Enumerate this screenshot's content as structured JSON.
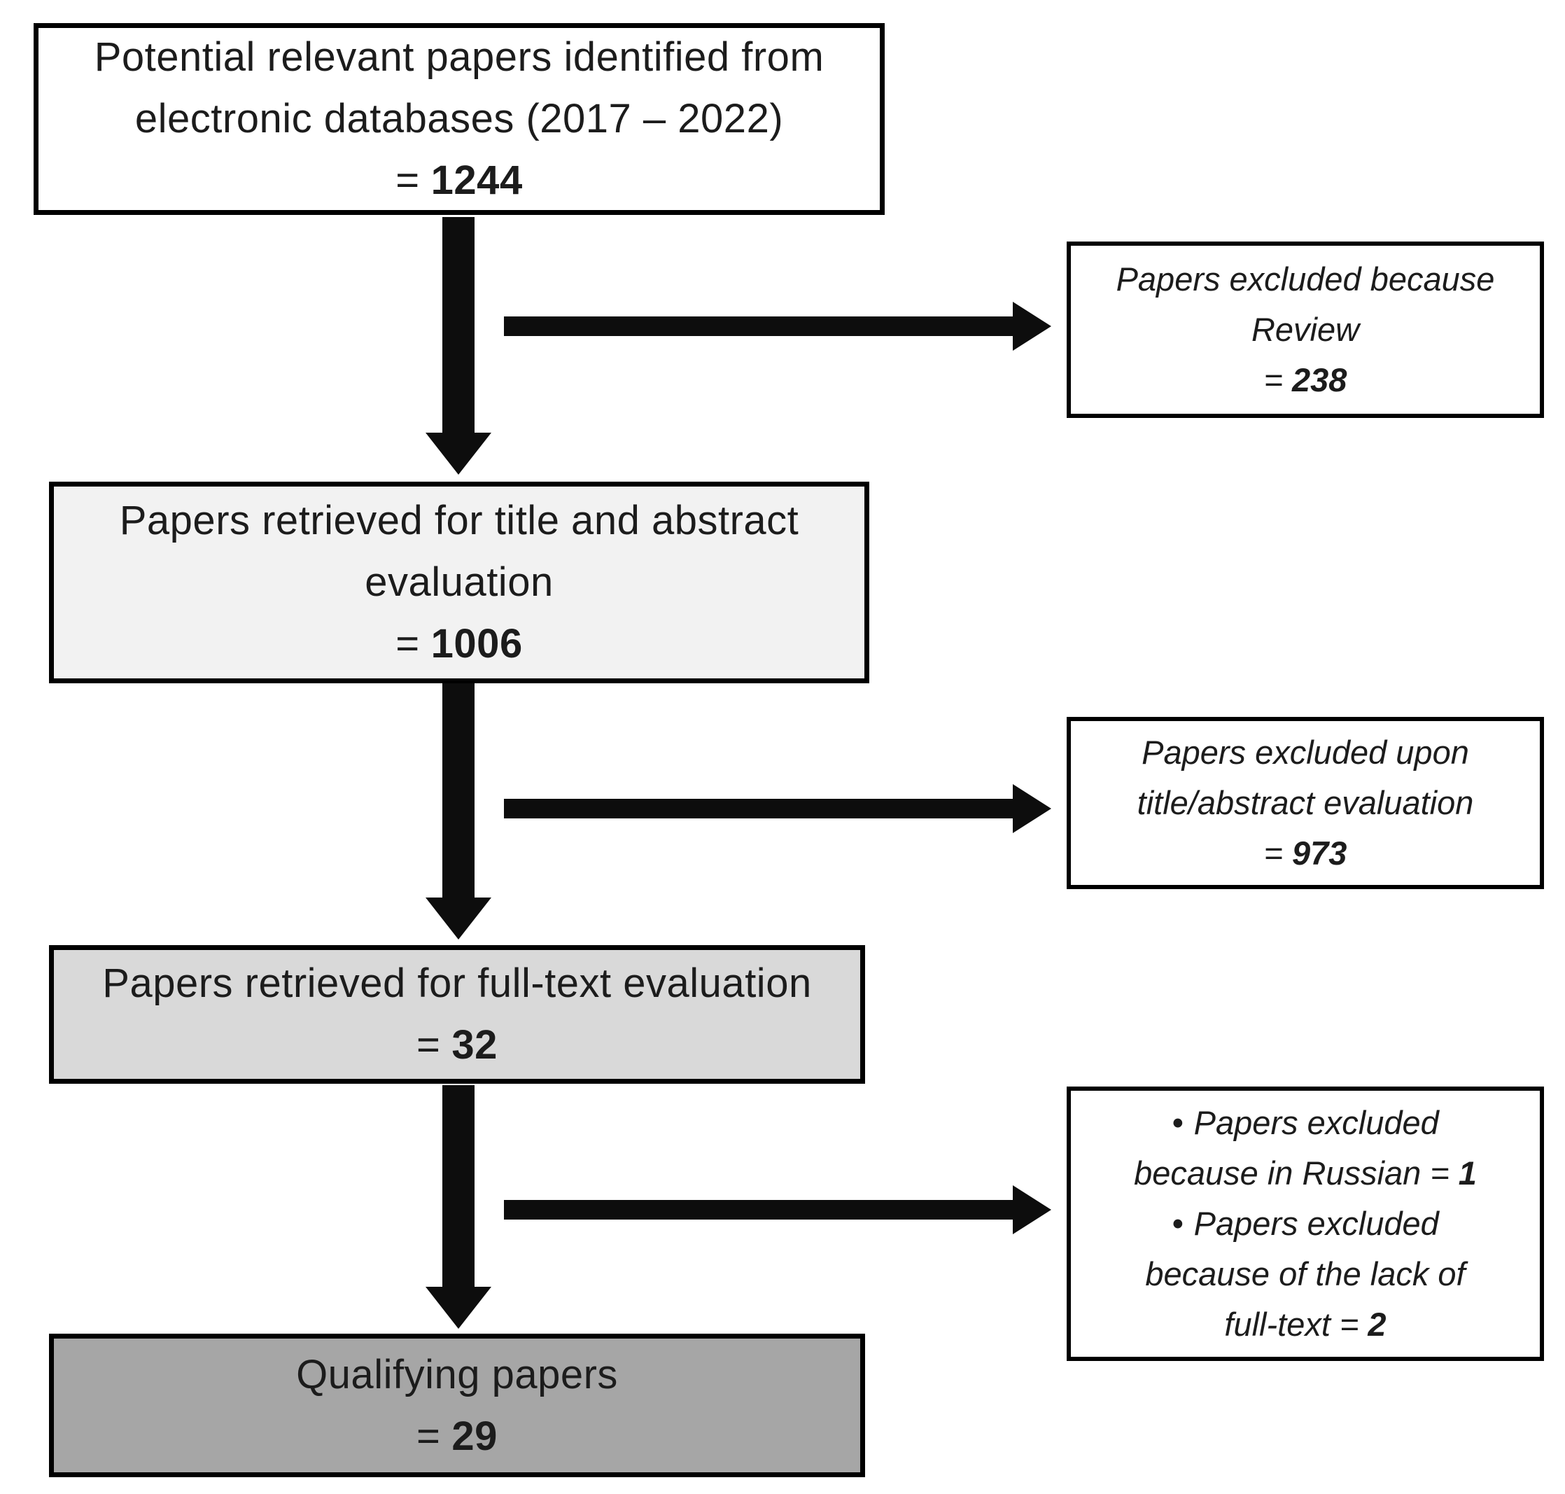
{
  "flowchart": {
    "main_boxes": [
      {
        "line1": "Potential relevant papers identified from",
        "line2": "electronic databases (2017 – 2022)",
        "eq": "=",
        "value": "1244",
        "fill": "#ffffff"
      },
      {
        "line1": "Papers retrieved for title and abstract",
        "line2": "evaluation",
        "eq": "=",
        "value": "1006",
        "fill": "#f2f2f2"
      },
      {
        "line1": "Papers retrieved for full-text evaluation",
        "eq": "=",
        "value": "32",
        "fill": "#d9d9d9"
      },
      {
        "line1": "Qualifying papers",
        "eq": "=",
        "value": "29",
        "fill": "#a6a6a6"
      }
    ],
    "exclusion_boxes": [
      {
        "line1": "Papers excluded because",
        "line2": "Review",
        "eq": "=",
        "value": "238"
      },
      {
        "line1": "Papers excluded upon",
        "line2": "title/abstract evaluation",
        "eq": "=",
        "value": "973"
      },
      {
        "bullet": "•",
        "item1_line1": "Papers excluded",
        "item1_line2": "because in Russian =",
        "item1_value": "1",
        "item2_line1": "Papers excluded",
        "item2_line2": "because of the lack of",
        "item2_line3": "full-text =",
        "item2_value": "2"
      }
    ],
    "colors": {
      "border": "#000000",
      "arrow": "#0d0d0d",
      "text": "#1c1c1c",
      "background": "#ffffff"
    }
  }
}
